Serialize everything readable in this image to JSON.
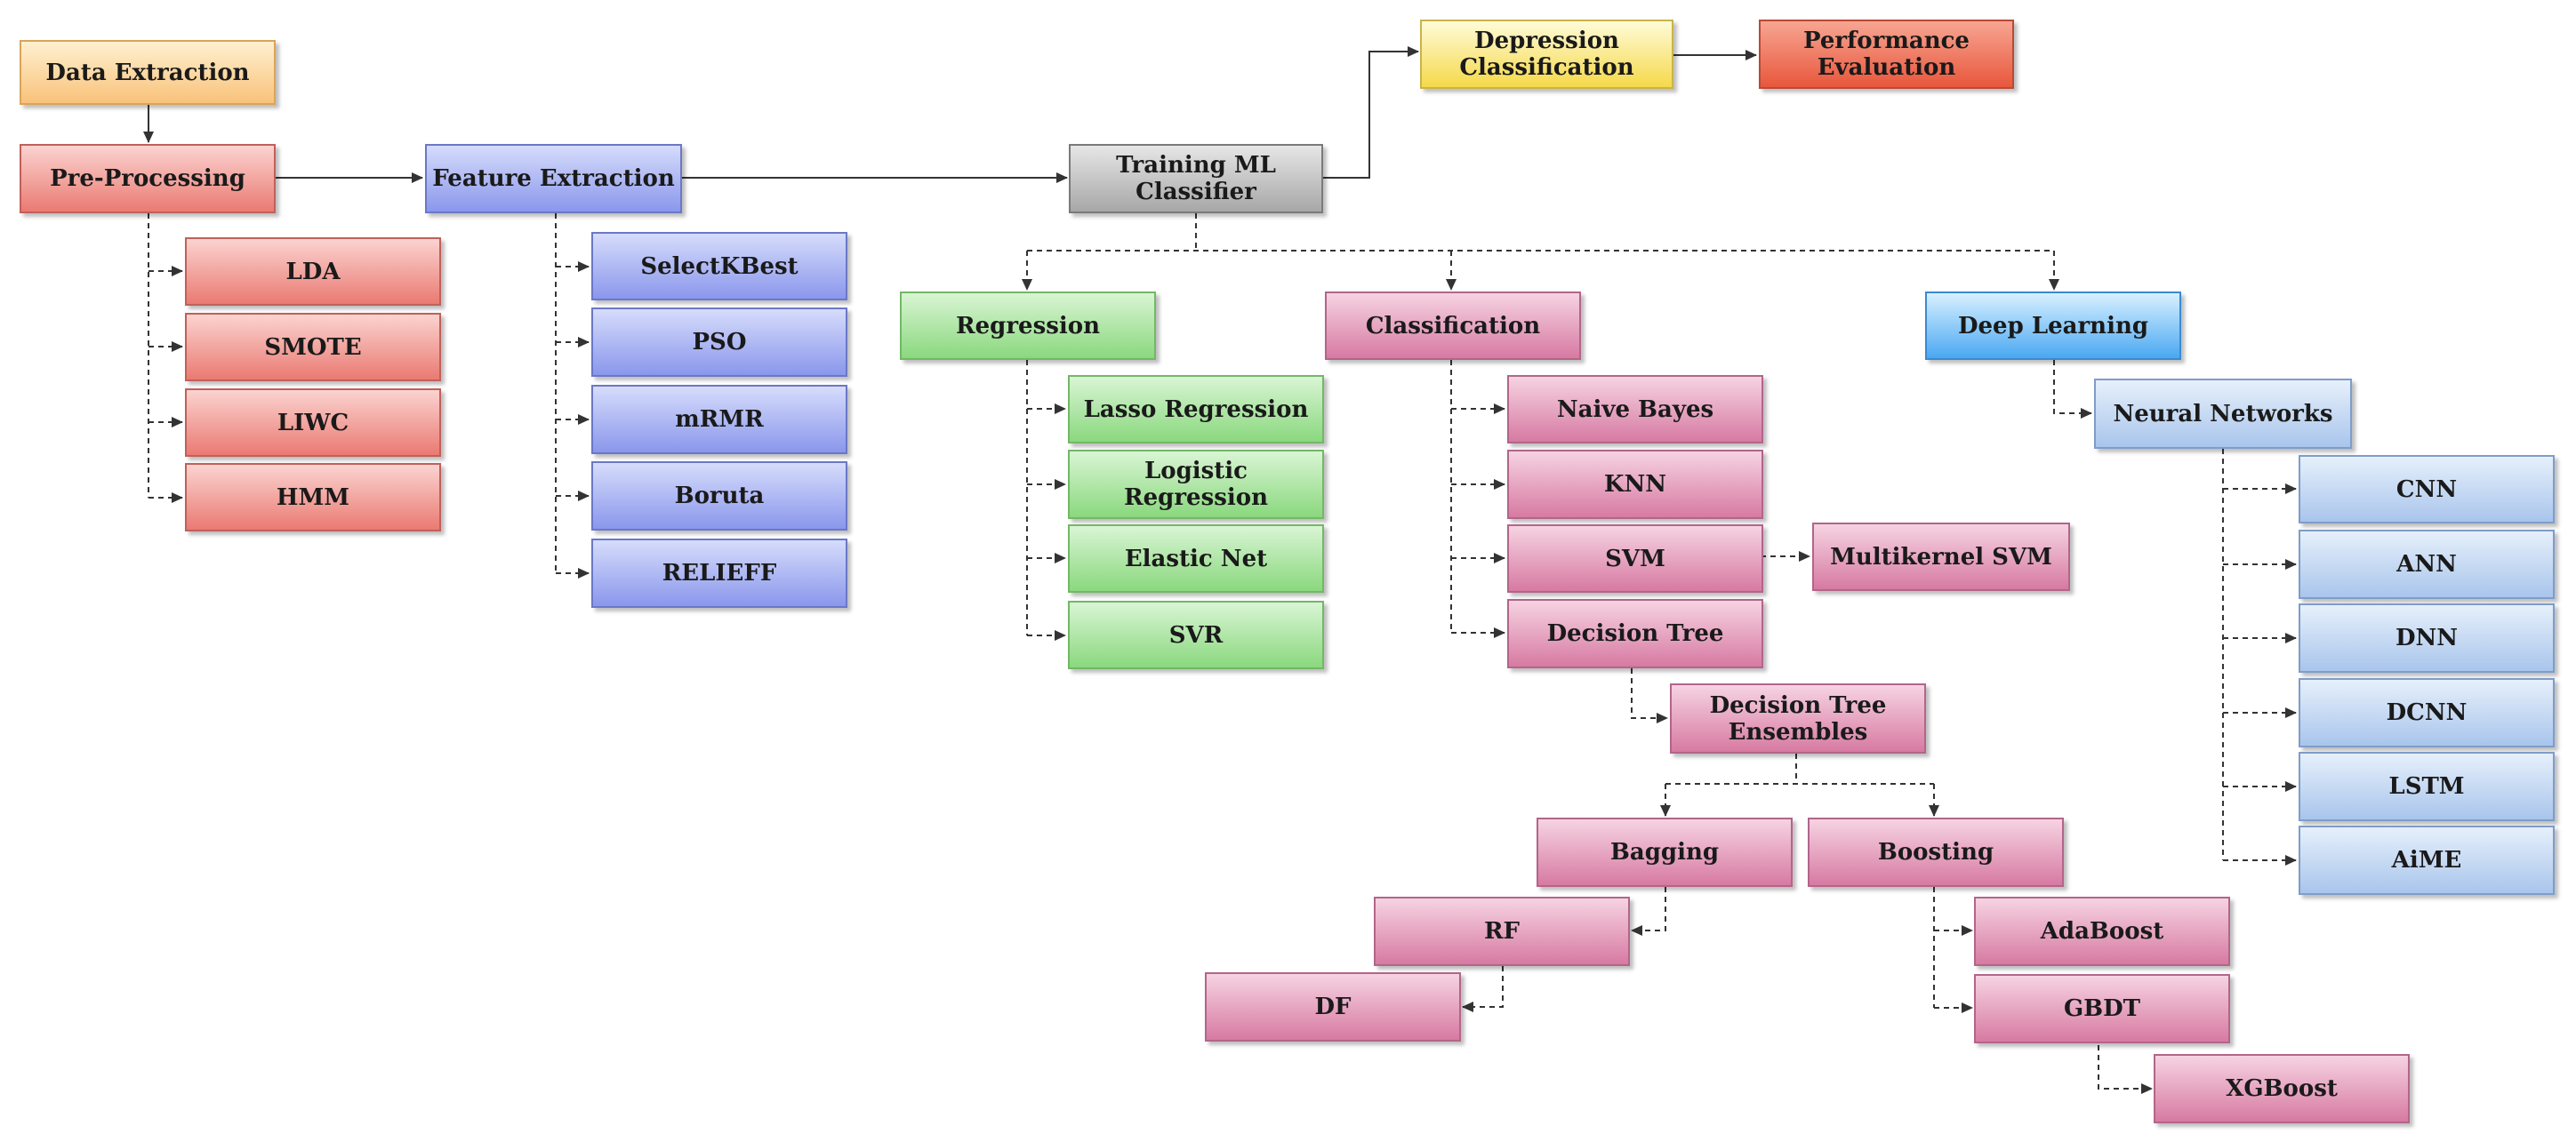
{
  "nodes": {
    "data_extraction": "Data Extraction",
    "pre_processing": "Pre-Processing",
    "lda": "LDA",
    "smote": "SMOTE",
    "liwc": "LIWC",
    "hmm": "HMM",
    "feature_extraction": "Feature Extraction",
    "selectkbest": "SelectKBest",
    "pso": "PSO",
    "mrmr": "mRMR",
    "boruta": "Boruta",
    "relieff": "RELIEFF",
    "training": "Training ML\nClassifier",
    "depression": "Depression\nClassification",
    "performance": "Performance\nEvaluation",
    "regression": "Regression",
    "lasso": "Lasso Regression",
    "logistic": "Logistic Regression",
    "elastic": "Elastic Net",
    "svr": "SVR",
    "classification": "Classification",
    "naive_bayes": "Naive Bayes",
    "knn": "KNN",
    "svm": "SVM",
    "multikernel_svm": "Multikernel SVM",
    "decision_tree": "Decision Tree",
    "dt_ensembles": "Decision Tree\nEnsembles",
    "bagging": "Bagging",
    "boosting": "Boosting",
    "rf": "RF",
    "df": "DF",
    "adaboost": "AdaBoost",
    "gbdt": "GBDT",
    "xgboost": "XGBoost",
    "deep_learning": "Deep Learning",
    "neural_networks": "Neural Networks",
    "cnn": "CNN",
    "ann": "ANN",
    "dnn": "DNN",
    "dcnn": "DCNN",
    "lstm": "LSTM",
    "aime": "AiME"
  },
  "colors": {
    "line": "#333333",
    "data_extraction": "#f9c27a",
    "pre_processing": "#ea7a72",
    "feature_extraction": "#8a97ec",
    "training": "#a7a7a7",
    "depression": "#f5d94a",
    "performance": "#e8573c",
    "regression": "#8ad87e",
    "classification": "#d77aa2",
    "deep_learning": "#4aa8f2",
    "neural_networks": "#a9c5ec"
  }
}
